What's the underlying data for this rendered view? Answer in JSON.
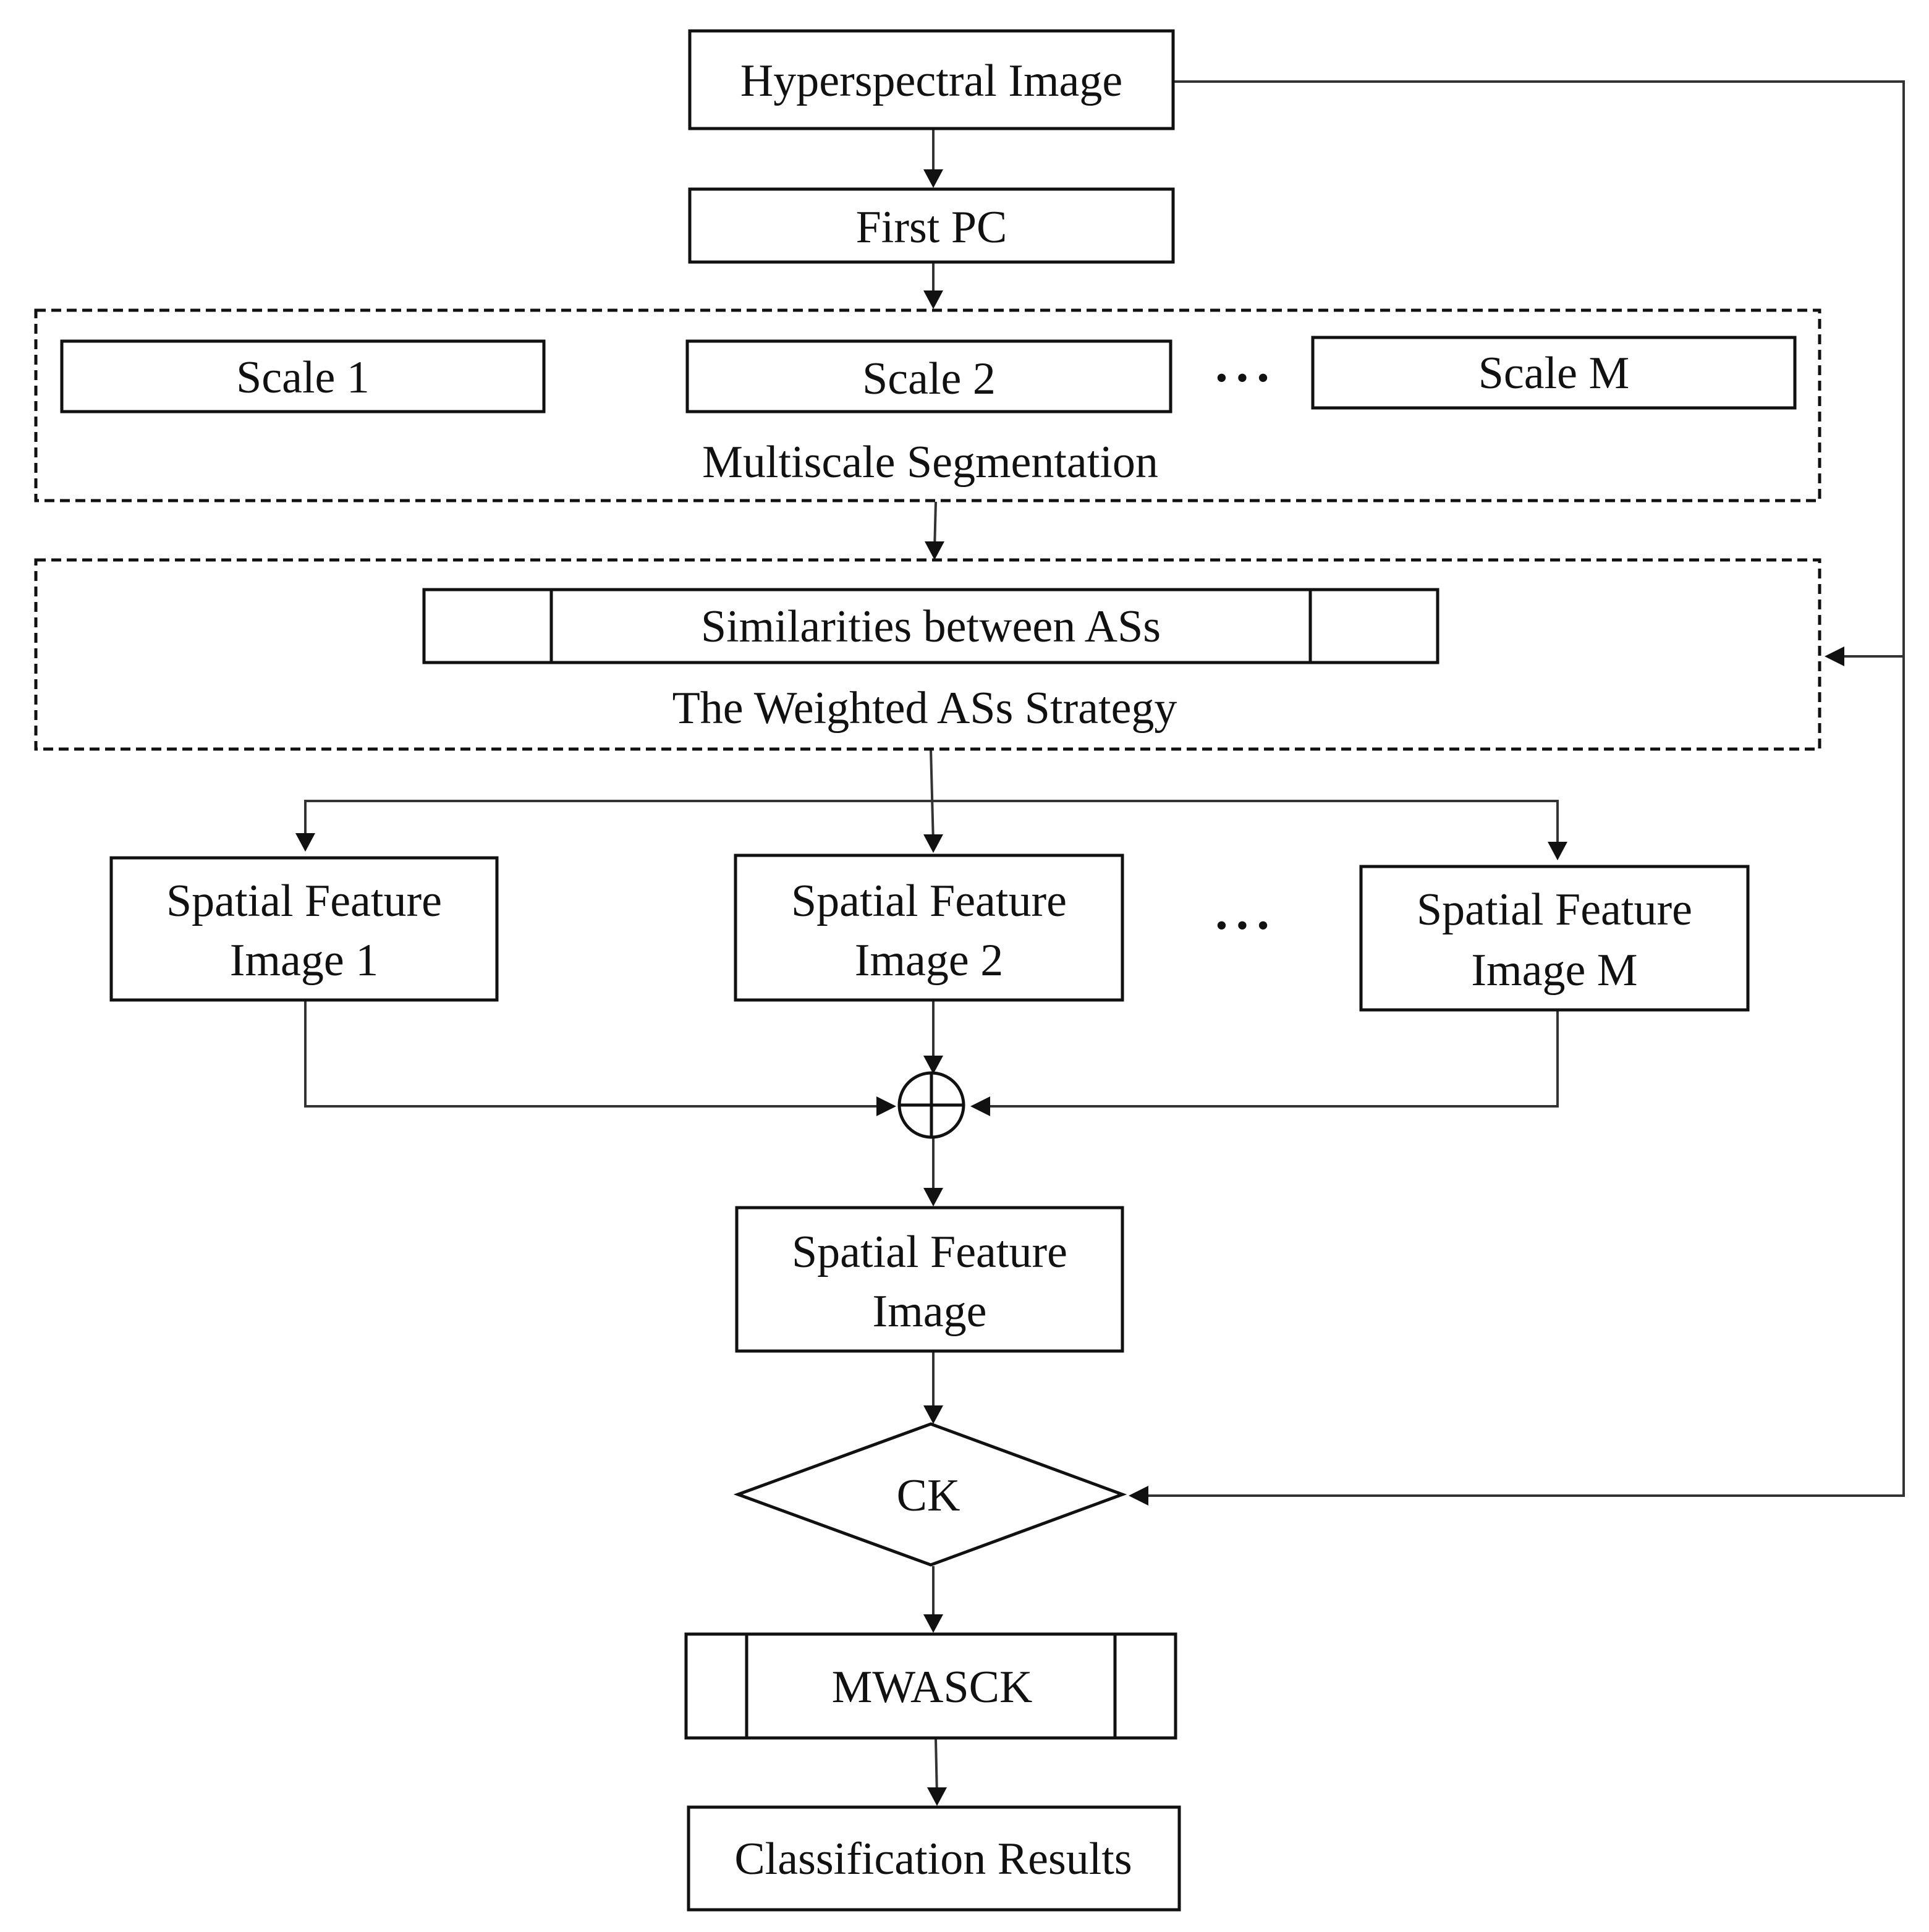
{
  "nodes": {
    "hyperspectral_image": "Hyperspectral Image",
    "first_pc": "First PC",
    "scale_1": "Scale 1",
    "scale_2": "Scale 2",
    "scale_m": "Scale M",
    "scales_ellipsis": "• • •",
    "multiscale_segmentation": "Multiscale Segmentation",
    "similarities": "Similarities between ASs",
    "weighted_strategy": "The Weighted ASs Strategy",
    "sfi_1": [
      "Spatial Feature",
      "Image 1"
    ],
    "sfi_2": [
      "Spatial Feature",
      "Image 2"
    ],
    "sfi_m": [
      "Spatial Feature",
      "Image M"
    ],
    "sfi_ellipsis": "• • •",
    "spatial_feature_image": [
      "Spatial Feature",
      "Image"
    ],
    "ck": "CK",
    "mwasck": "MWASCK",
    "classification_results": "Classification Results"
  },
  "colors": {
    "stroke": "#111111",
    "connector": "#333333",
    "background": "#ffffff",
    "text": "#111111"
  }
}
